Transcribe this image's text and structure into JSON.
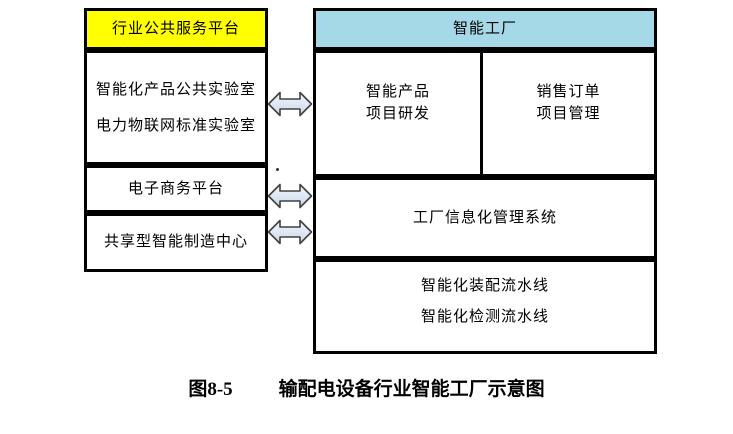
{
  "diagram": {
    "left_panel": {
      "header": "行业公共服务平台",
      "boxes": [
        {
          "lines": [
            "智能化产品公共实验室",
            "电力物联网标准实验室"
          ]
        },
        {
          "lines": [
            "电子商务平台"
          ]
        },
        {
          "lines": [
            "共享型智能制造中心"
          ]
        }
      ]
    },
    "right_panel": {
      "header": "智能工厂",
      "row1": [
        {
          "lines": [
            "智能产品",
            "项目研发"
          ]
        },
        {
          "lines": [
            "销售订单",
            "项目管理"
          ]
        }
      ],
      "row2": {
        "lines": [
          "工厂信息化管理系统"
        ]
      },
      "row3": {
        "lines": [
          "智能化装配流水线",
          "智能化检测流水线"
        ]
      }
    },
    "arrows": [
      {
        "icon": "double-arrow-icon"
      },
      {
        "icon": "double-arrow-icon"
      },
      {
        "icon": "double-arrow-icon"
      }
    ]
  },
  "caption": {
    "label": "图8-5",
    "title": "输配电设备行业智能工厂示意图"
  },
  "colors": {
    "left_header_bg": "#FFFF00",
    "right_header_bg": "#A6D9E8",
    "border": "#000000",
    "arrow_fill_light": "#F3F7FC",
    "arrow_fill_dark": "#CBD7EB",
    "arrow_stroke": "#404040",
    "text": "#000000",
    "background": "#FFFFFF"
  }
}
